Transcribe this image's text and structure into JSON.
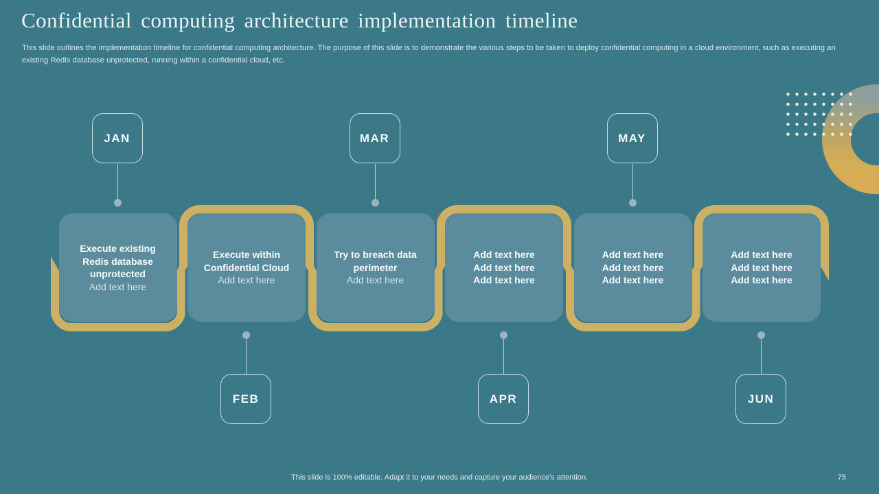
{
  "slide": {
    "title": "Confidential computing architecture implementation timeline",
    "subtitle": "This slide outlines the implementation timeline for confidential computing architecture. The purpose of this slide is to demonstrate the various steps to be taken to deploy confidential computing in a cloud environment, such as executing an existing Redis database unprotected, running within a confidential cloud, etc.",
    "footer_note": "This slide is 100% editable. Adapt it to your needs and capture your audience's attention.",
    "page_number": "75"
  },
  "colors": {
    "background": "#3B7989",
    "card_fill": "#5A8C9D",
    "accent_gold": "#CDB064",
    "badge_border": "#DEEDF1",
    "connector_dot": "#9AB5C0",
    "ring_gradient_top": "#98A39D",
    "ring_gradient_bottom": "#D7AE55",
    "dots_cream": "#ECEFE0",
    "text_light": "#F6FAFA"
  },
  "decor": {
    "dots_grid": {
      "rows": 5,
      "columns": 8
    },
    "ring": "quarter-visible gradient ring at top right"
  },
  "timeline": {
    "items": [
      {
        "month": "JAN",
        "month_position": "top",
        "lines": [
          {
            "text": "Execute existing",
            "bold": true
          },
          {
            "text": "Redis database",
            "bold": true
          },
          {
            "text": "unprotected",
            "bold": true
          },
          {
            "text": "Add text here",
            "bold": false
          }
        ]
      },
      {
        "month": "FEB",
        "month_position": "bottom",
        "lines": [
          {
            "text": "Execute within",
            "bold": true
          },
          {
            "text": "Confidential Cloud",
            "bold": true
          },
          {
            "text": "Add text here",
            "bold": false
          }
        ]
      },
      {
        "month": "MAR",
        "month_position": "top",
        "lines": [
          {
            "text": "Try to breach data",
            "bold": true
          },
          {
            "text": "perimeter",
            "bold": true
          },
          {
            "text": "Add text here",
            "bold": false
          }
        ]
      },
      {
        "month": "APR",
        "month_position": "bottom",
        "lines": [
          {
            "text": "Add text here",
            "bold": true
          },
          {
            "text": "Add text here",
            "bold": true
          },
          {
            "text": "Add text here",
            "bold": true
          }
        ]
      },
      {
        "month": "MAY",
        "month_position": "top",
        "lines": [
          {
            "text": "Add text here",
            "bold": true
          },
          {
            "text": "Add text here",
            "bold": true
          },
          {
            "text": "Add text here",
            "bold": true
          }
        ]
      },
      {
        "month": "JUN",
        "month_position": "bottom",
        "lines": [
          {
            "text": "Add text here",
            "bold": true
          },
          {
            "text": "Add text here",
            "bold": true
          },
          {
            "text": "Add text here",
            "bold": true
          }
        ]
      }
    ]
  }
}
